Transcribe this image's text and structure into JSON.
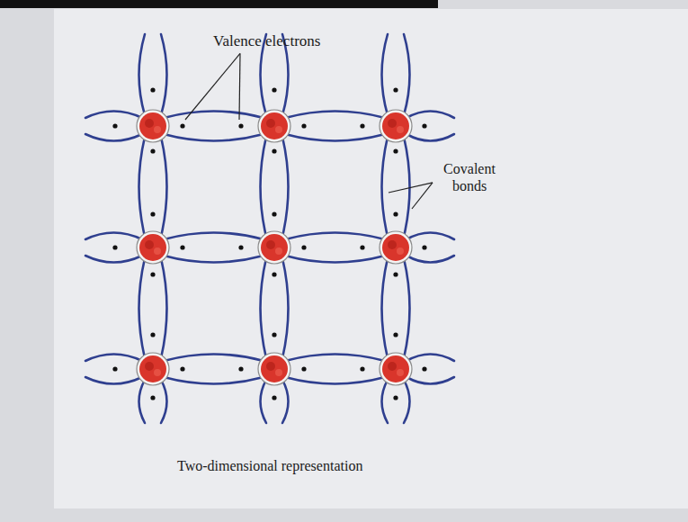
{
  "diagram": {
    "caption": "Two-dimensional representation",
    "labels": [
      "Valence electrons",
      "Covalent bonds"
    ]
  }
}
